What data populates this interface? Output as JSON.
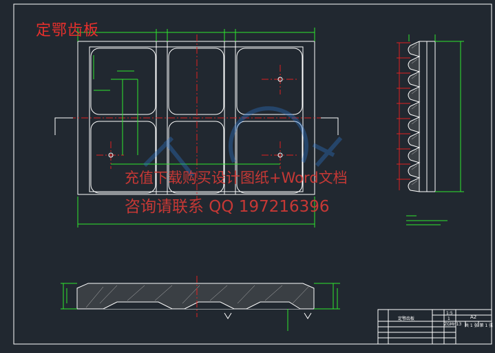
{
  "drawing": {
    "title": "定鄂齿板",
    "colors": {
      "background": "#212830",
      "outline": "#ffffff",
      "dimension": "#2ee82e",
      "center": "#e02020",
      "watermark": "#d83a36",
      "logo": "#2e7bd6"
    }
  },
  "watermark": {
    "line1": "充值下载购买设计图纸+Word文档",
    "line2": "咨询请联系  QQ 197216396"
  },
  "titleblock": {
    "part_name": "定鄂齿板",
    "scale": "1:5",
    "qty": "1",
    "material": "ZGMn13",
    "sheet": "A2",
    "sheet_no": "共 1 张  第 1 张"
  }
}
